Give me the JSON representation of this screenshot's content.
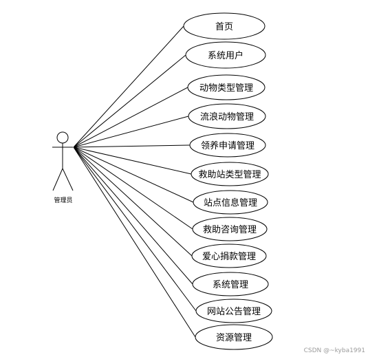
{
  "actor": {
    "label": "管理员"
  },
  "use_cases": [
    {
      "label": "首页"
    },
    {
      "label": "系统用户"
    },
    {
      "label": "动物类型管理"
    },
    {
      "label": "流浪动物管理"
    },
    {
      "label": "领养申请管理"
    },
    {
      "label": "救助站类型管理"
    },
    {
      "label": "站点信息管理"
    },
    {
      "label": "救助咨询管理"
    },
    {
      "label": "爱心捐款管理"
    },
    {
      "label": "系统管理"
    },
    {
      "label": "网站公告管理"
    },
    {
      "label": "资源管理"
    }
  ],
  "watermark": "CSDN @~kyba1991",
  "colors": {
    "stroke": "#000000",
    "background": "#ffffff",
    "watermark": "#9a9a9a"
  }
}
